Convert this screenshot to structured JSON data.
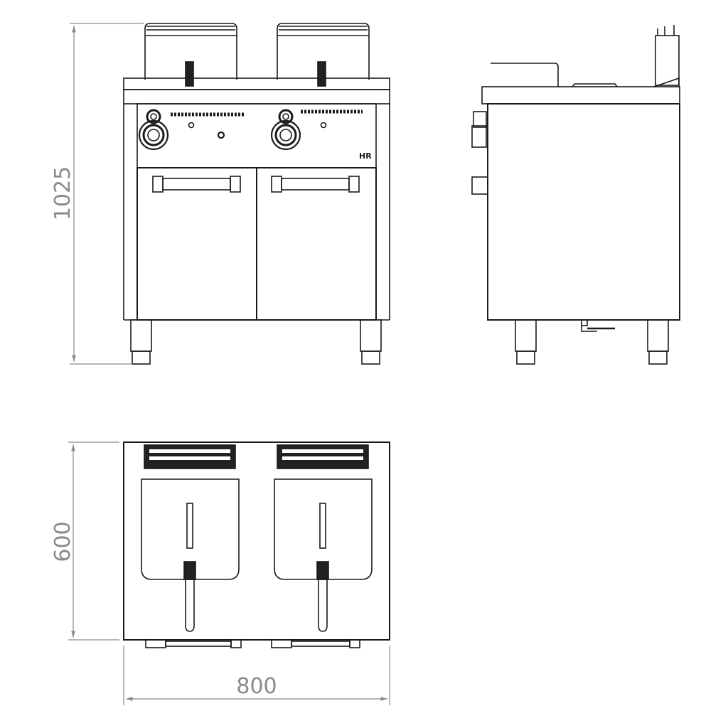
{
  "drawing": {
    "subject": "Double-tank electric fryer on cabinet base",
    "colors": {
      "line": "#1a1a1a",
      "dimension": "#8a8a8a",
      "background": "#ffffff"
    }
  },
  "views": {
    "front": {
      "label": "front-view",
      "brand_mark": "HR",
      "tanks": 2,
      "doors": 2,
      "knobs": 2
    },
    "side": {
      "label": "side-view"
    },
    "top": {
      "label": "top-view",
      "baskets": 2
    }
  },
  "dimensions": {
    "height": {
      "value": "1025",
      "unit": "mm",
      "view": "front"
    },
    "depth": {
      "value": "600",
      "unit": "mm",
      "view": "top"
    },
    "width": {
      "value": "800",
      "unit": "mm",
      "view": "top"
    }
  }
}
